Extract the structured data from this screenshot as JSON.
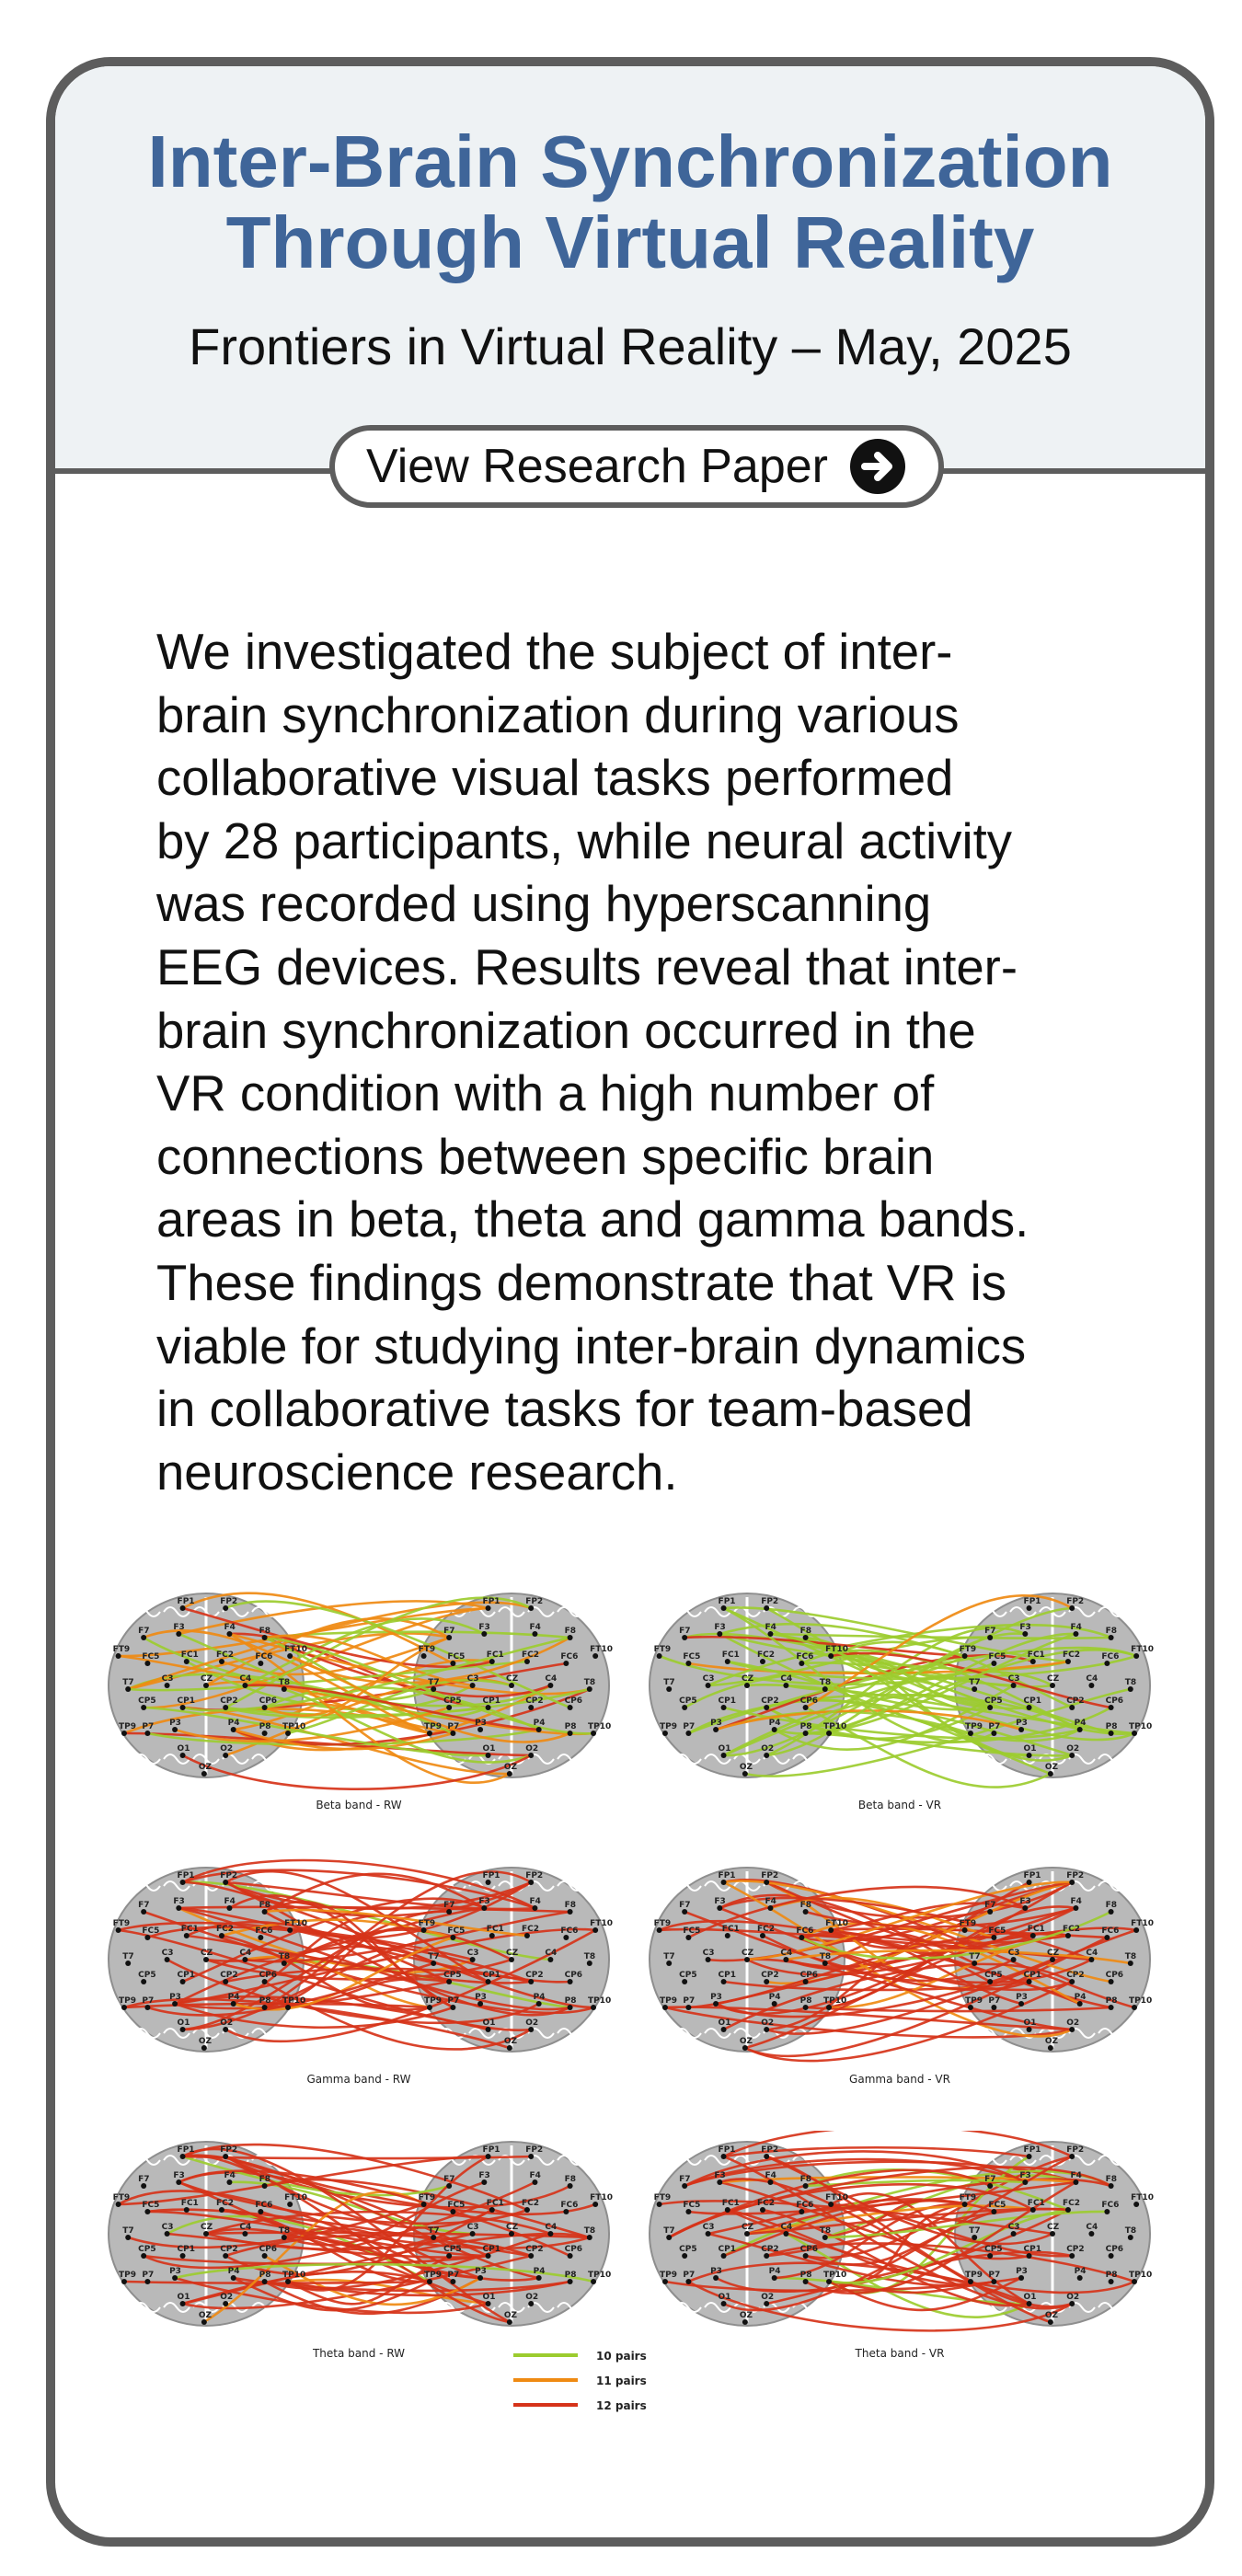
{
  "header": {
    "title_line1": "Inter-Brain Synchronization",
    "title_line2": "Through Virtual Reality",
    "venue": "Frontiers in Virtual Reality – May, 2025",
    "button_label": "View Research Paper",
    "button_icon": "arrow-circle-right-icon"
  },
  "abstract": {
    "lines": [
      "We investigated the subject of inter-",
      "brain synchronization during various",
      "collaborative visual tasks performed",
      "by 28 participants, while neural activity",
      "was recorded using hyperscanning",
      "EEG devices. Results reveal that inter-",
      "brain synchronization occurred in the",
      "VR condition with a high number of",
      "connections between specific brain",
      "areas in beta, theta and gamma bands.",
      "These findings demonstrate that VR is",
      "viable for studying inter-brain dynamics",
      "in collaborative tasks for team-based",
      "neuroscience research."
    ]
  },
  "figure": {
    "electrode_labels": [
      "FP1",
      "FP2",
      "F7",
      "F3",
      "F4",
      "F8",
      "FT9",
      "FT10",
      "FC5",
      "FC1",
      "FC2",
      "FC6",
      "T7",
      "C3",
      "CZ",
      "C4",
      "T8",
      "CP5",
      "CP1",
      "CP2",
      "CP6",
      "TP9",
      "TP10",
      "P7",
      "P3",
      "P4",
      "P8",
      "O1",
      "O2",
      "OZ"
    ],
    "panels": [
      {
        "caption": "Beta band - RW"
      },
      {
        "caption": "Beta band - VR"
      },
      {
        "caption": "Gamma band - RW"
      },
      {
        "caption": "Gamma band - VR"
      },
      {
        "caption": "Theta band - RW"
      },
      {
        "caption": "Theta band - VR"
      }
    ],
    "legend": [
      {
        "label": "10 pairs",
        "color": "#9ccc2f"
      },
      {
        "label": "11 pairs",
        "color": "#ef8a12"
      },
      {
        "label": "12 pairs",
        "color": "#d63319"
      }
    ]
  },
  "colors": {
    "title": "#3f6599",
    "border": "#5d5d5d",
    "header_bg": "#eef2f4",
    "brain_fill": "#b9b9b9"
  }
}
